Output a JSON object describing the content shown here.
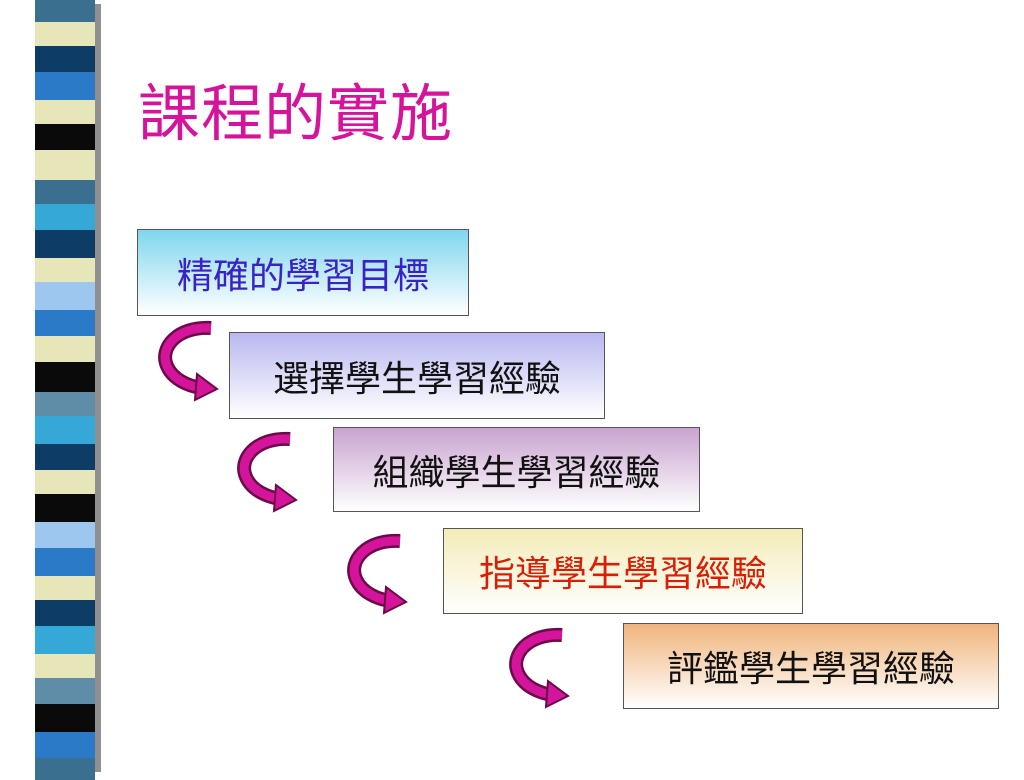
{
  "title": "課程的實施",
  "colors": {
    "title": "#d4149a",
    "arrow": "#d4149a",
    "stripes": [
      "#e6e6b8",
      "#3a6f8f",
      "#2b7ac8",
      "#0d3d66",
      "#0a0a0a",
      "#35a8d8",
      "#9ec7f0",
      "#5f8ca6"
    ]
  },
  "steps": [
    {
      "label": "精確的學習目標",
      "text_color": "#3a22c6",
      "gradient_top": "#7fd6ee",
      "gradient_bottom": "#ffffff"
    },
    {
      "label": "選擇學生學習經驗",
      "text_color": "#111111",
      "gradient_top": "#b9b8f0",
      "gradient_bottom": "#ffffff"
    },
    {
      "label": "組織學生學習經驗",
      "text_color": "#111111",
      "gradient_top": "#c9a3cf",
      "gradient_bottom": "#ffffff"
    },
    {
      "label": "指導學生學習經驗",
      "text_color": "#d81e05",
      "gradient_top": "#f3ecb8",
      "gradient_bottom": "#ffffff"
    },
    {
      "label": "評鑑學生學習經驗",
      "text_color": "#111111",
      "gradient_top": "#f0b47c",
      "gradient_bottom": "#ffffff"
    }
  ],
  "arrow_icon": "curved-arrow-icon"
}
